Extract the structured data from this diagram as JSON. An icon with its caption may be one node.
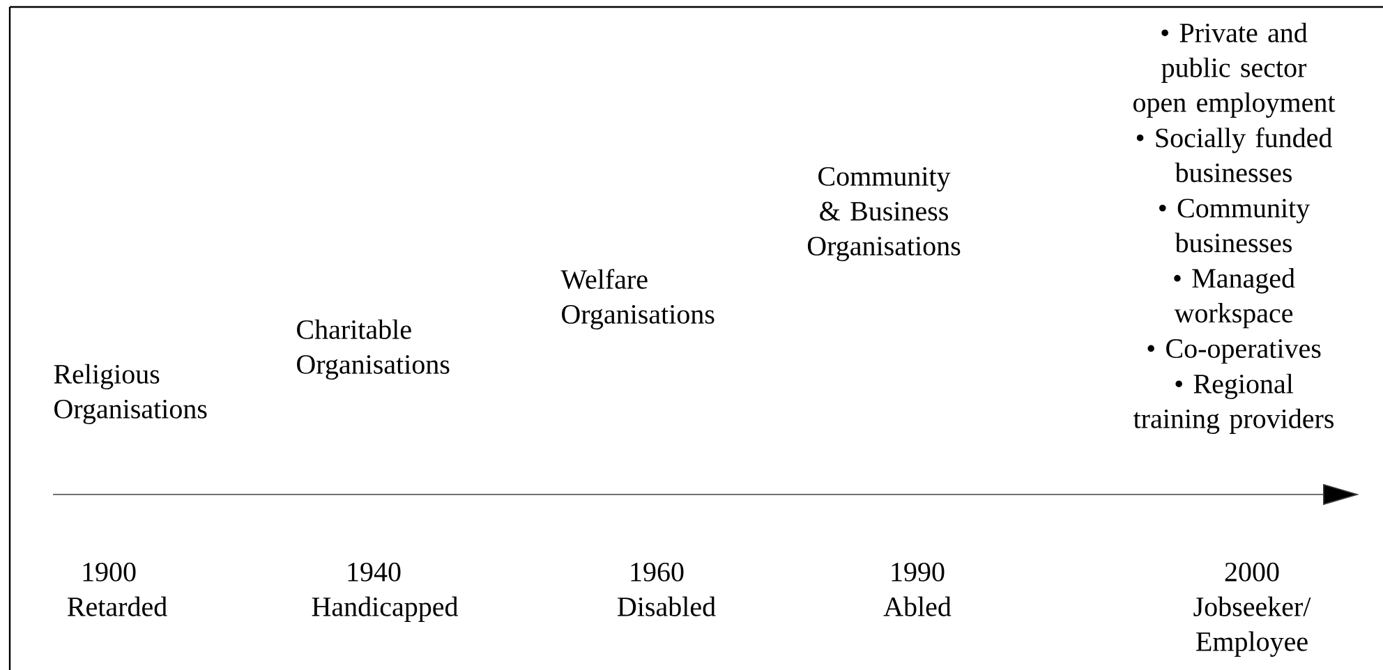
{
  "diagram": {
    "labels": [
      "Religious Organisations",
      "Charitable Organisations",
      "Welfare Organisations",
      "Community & Business Organisations",
      "• Private and public sector open employment",
      "• Socially funded businesses",
      "• Community businesses",
      "• Managed workspace",
      "• Co-operatives",
      "• Regional training providers",
      "1900",
      "Retarded",
      "1940",
      "Handicapped",
      "1960",
      "Disabled",
      "1990",
      "Abled",
      "2000",
      "Jobseeker/ Employee"
    ]
  }
}
